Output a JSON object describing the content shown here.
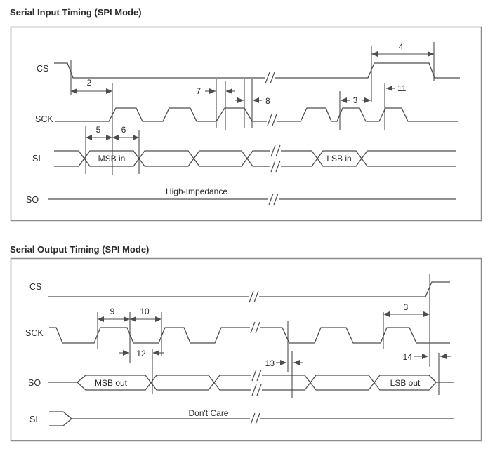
{
  "input_timing": {
    "title": "Serial Input Timing (SPI Mode)",
    "signals": {
      "cs": "CS",
      "sck": "SCK",
      "si": "SI",
      "so": "SO"
    },
    "bus": {
      "msb": "MSB in",
      "lsb": "LSB in"
    },
    "so_state": "High-Impedance",
    "timings": {
      "t2": "2",
      "t3": "3",
      "t4": "4",
      "t5": "5",
      "t6": "6",
      "t7": "7",
      "t8": "8",
      "t11": "11"
    }
  },
  "output_timing": {
    "title": "Serial Output Timing (SPI Mode)",
    "signals": {
      "cs": "CS",
      "sck": "SCK",
      "so": "SO",
      "si": "SI"
    },
    "bus": {
      "msb": "MSB out",
      "lsb": "LSB out"
    },
    "si_state": "Don't Care",
    "timings": {
      "t3": "3",
      "t9": "9",
      "t10": "10",
      "t12": "12",
      "t13": "13",
      "t14": "14"
    }
  },
  "colors": {
    "waveform": "#4d4d4d",
    "text": "#2b2b2b",
    "border": "#8c8c8c",
    "background": "#ffffff"
  }
}
